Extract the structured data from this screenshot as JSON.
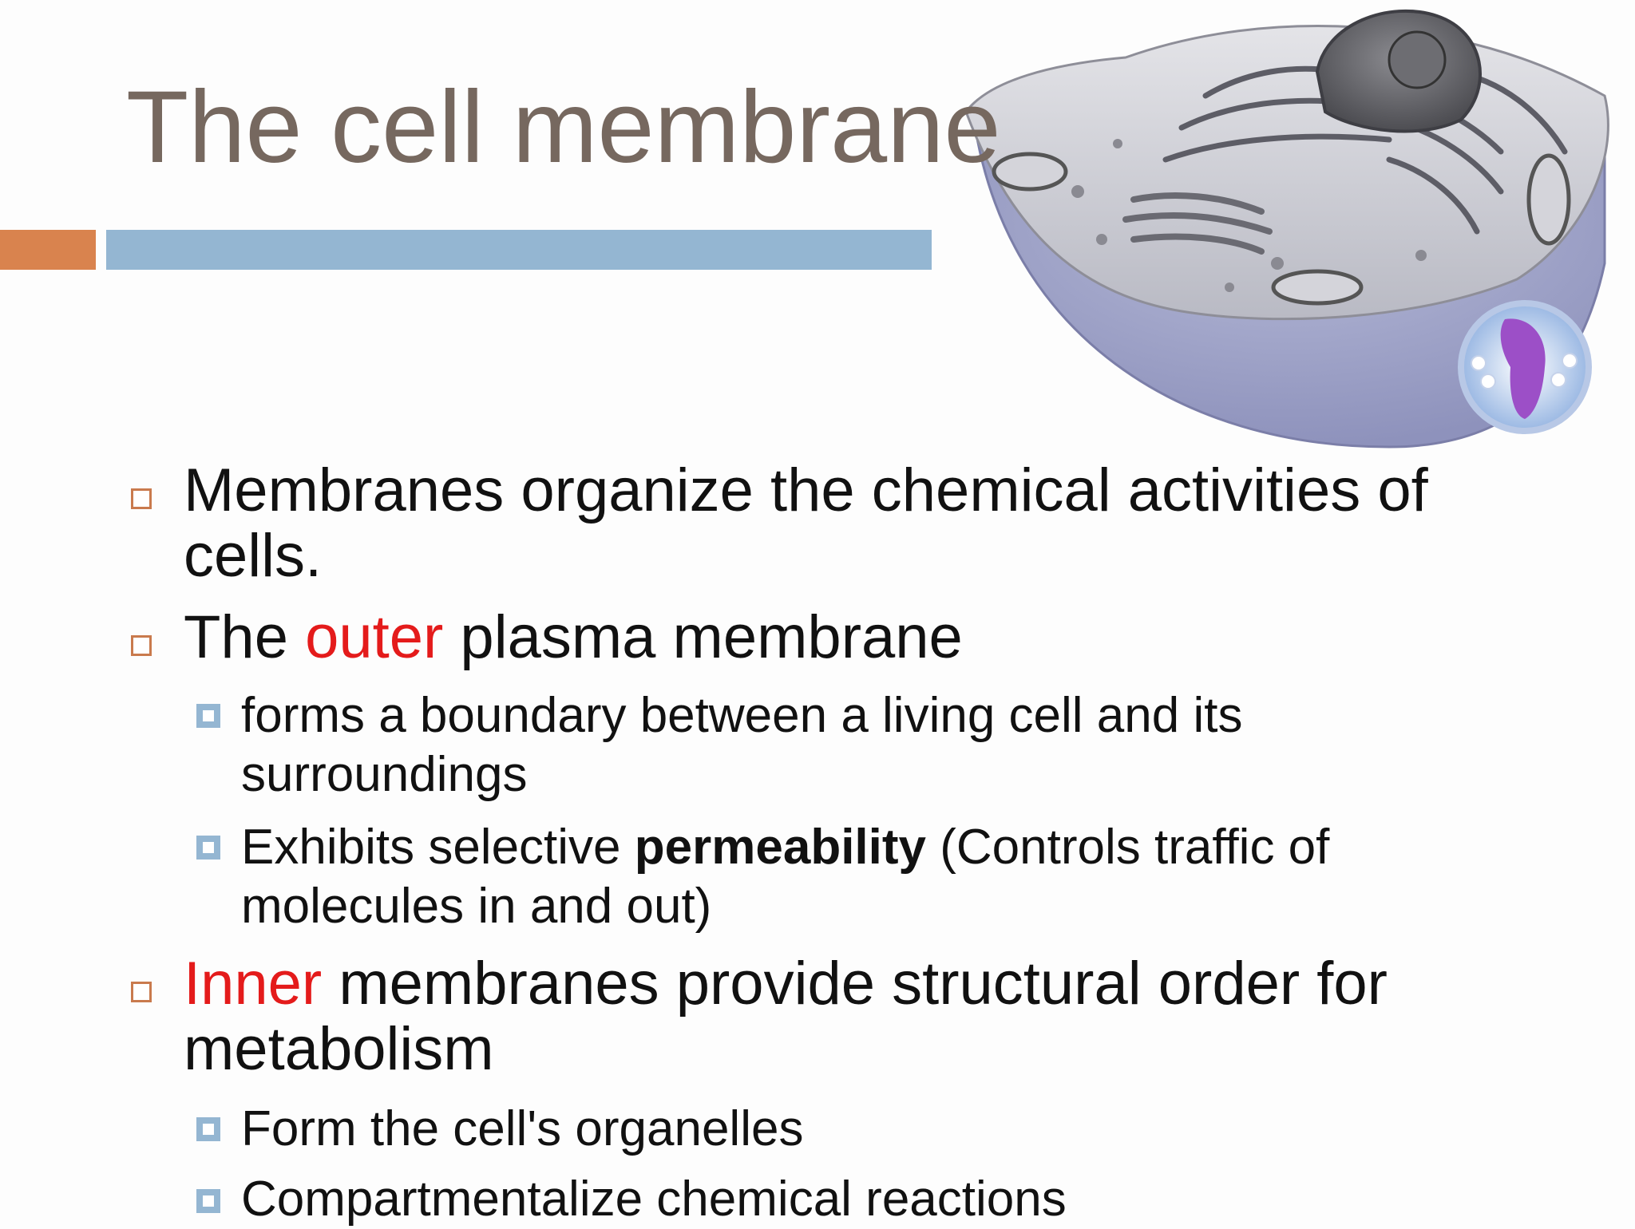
{
  "slide": {
    "title": "The cell membrane",
    "accent_colors": {
      "title": "#76685f",
      "bar_orange": "#d9834e",
      "bar_blue": "#94b6d2",
      "highlight_red": "#e41b1b"
    },
    "illustration": {
      "icon": "cell-cutaway-illustration"
    },
    "bullets": [
      {
        "level": 1,
        "text": "Membranes organize the chemical activities of cells."
      },
      {
        "level": 1,
        "parts": {
          "before": "The ",
          "highlight": "outer",
          "after": " plasma membrane"
        }
      },
      {
        "level": 2,
        "text": "forms a boundary between a living cell and its surroundings"
      },
      {
        "level": 2,
        "parts": {
          "before": "Exhibits selective ",
          "bold": "permeability",
          "after": " (Controls traffic of molecules in and out)"
        }
      },
      {
        "level": 1,
        "parts": {
          "highlight": "Inner",
          "after": " membranes provide structural order for metabolism"
        }
      },
      {
        "level": 2,
        "text": "Form the cell's organelles"
      },
      {
        "level": 2,
        "text": "Compartmentalize chemical reactions"
      }
    ]
  }
}
